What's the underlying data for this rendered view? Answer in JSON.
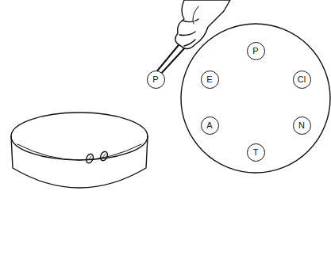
{
  "diagram": {
    "nodes": [
      {
        "text": [
          "P"
        ]
      },
      {
        "text": [
          "P"
        ]
      },
      {
        "text": [
          "E"
        ]
      },
      {
        "text": [
          "Cl"
        ]
      },
      {
        "text": [
          "A"
        ]
      },
      {
        "text": [
          "N"
        ]
      },
      {
        "text": [
          "T"
        ]
      }
    ]
  }
}
